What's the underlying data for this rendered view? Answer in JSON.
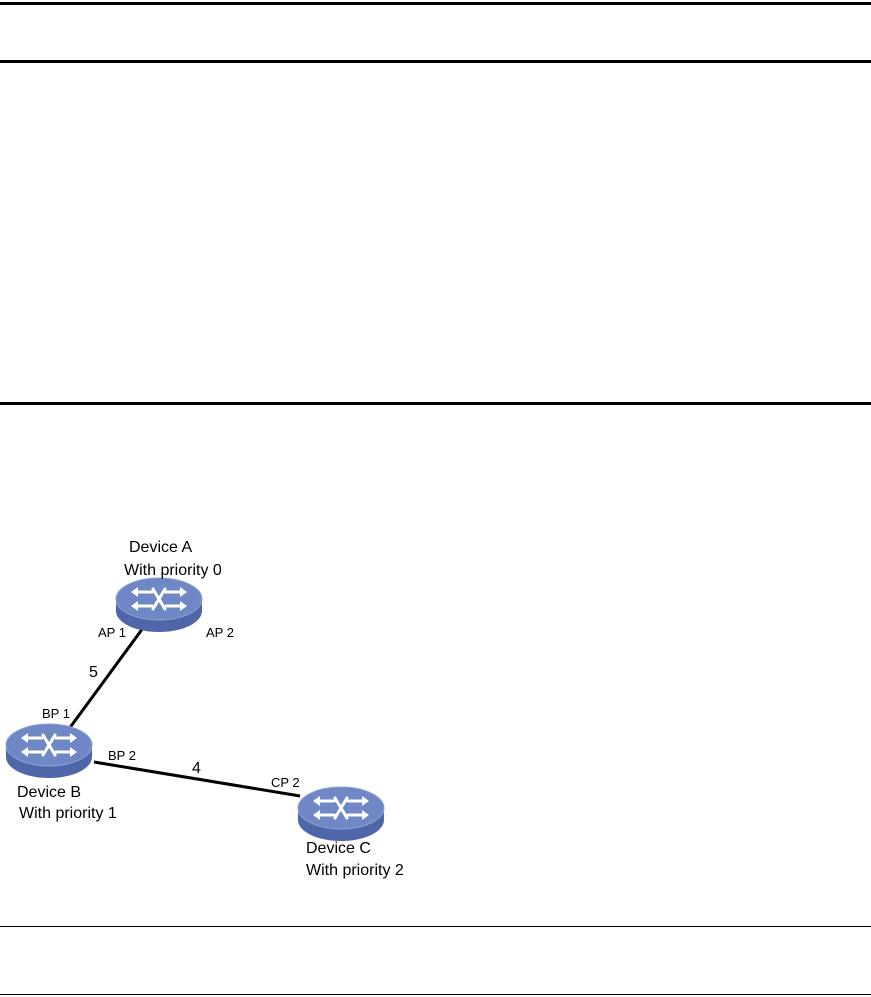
{
  "diagram": {
    "devices": [
      {
        "id": "a",
        "name": "Device A",
        "priority": "With priority 0"
      },
      {
        "id": "b",
        "name": "Device B",
        "priority": "With priority 1"
      },
      {
        "id": "c",
        "name": "Device C",
        "priority": "With priority 2"
      }
    ],
    "ports": {
      "ap1": "AP 1",
      "ap2": "AP 2",
      "bp1": "BP 1",
      "bp2": "BP 2",
      "cp2": "CP 2"
    },
    "links": [
      {
        "from": "AP 1",
        "to": "BP 1",
        "cost": "5"
      },
      {
        "from": "BP 2",
        "to": "CP 2",
        "cost": "4"
      }
    ],
    "colors": {
      "device_top": "#6f87c4",
      "device_side": "#4f67a8",
      "device_symbol": "#ffffff",
      "link": "#000000"
    },
    "icons": {
      "device": "switch-icon"
    }
  }
}
